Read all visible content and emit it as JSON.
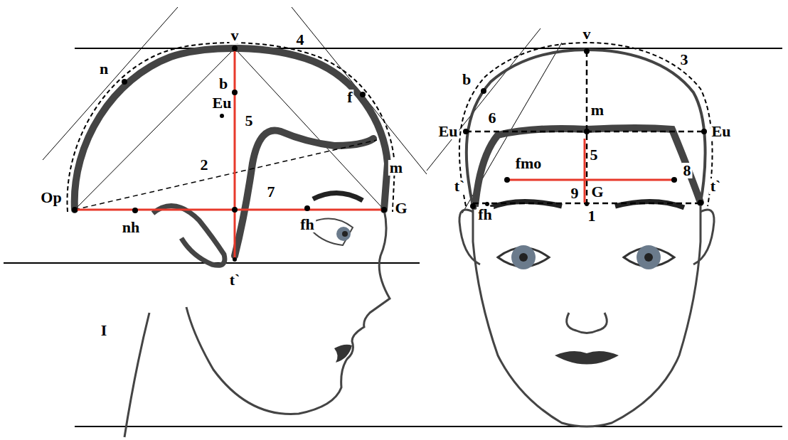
{
  "diagram": {
    "labels": [
      "v",
      "4",
      "n",
      "b",
      "f",
      "Eu",
      "5",
      "2",
      "m",
      "Op",
      "7",
      "G",
      "nh",
      "fh",
      "t`",
      "I",
      "v",
      "3",
      "b",
      "m",
      "6",
      "Eu",
      "Eu",
      "fmo",
      "5",
      "8",
      "t`",
      "G",
      "9",
      "t`",
      "fh",
      "1"
    ]
  }
}
